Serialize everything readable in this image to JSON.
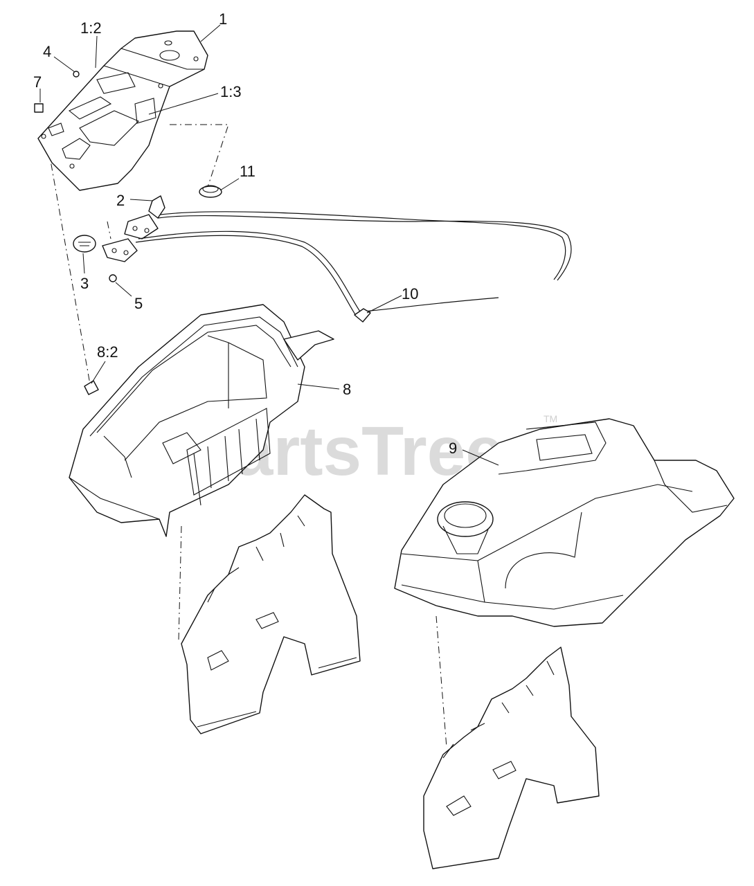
{
  "watermark": {
    "brand": "PartsTree",
    "trademark": "TM"
  },
  "callouts": {
    "c1": "1",
    "c1_2": "1:2",
    "c1_3": "1:3",
    "c2": "2",
    "c3": "3",
    "c4": "4",
    "c5": "5",
    "c7": "7",
    "c8": "8",
    "c8_2": "8:2",
    "c9": "9",
    "c10": "10",
    "c11": "11"
  }
}
